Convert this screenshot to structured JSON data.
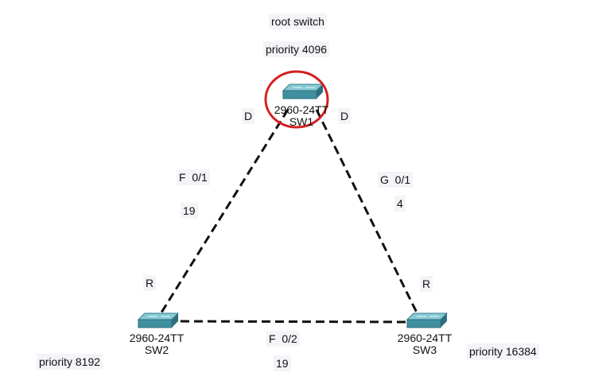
{
  "annotations": {
    "root_label": "root switch",
    "root_priority": "priority 4096",
    "sw2_priority": "priority 8192",
    "sw3_priority": "priority 16384"
  },
  "switches": [
    {
      "id": "sw1",
      "model": "2960-24TT",
      "name": "SW1",
      "highlighted": true
    },
    {
      "id": "sw2",
      "model": "2960-24TT",
      "name": "SW2"
    },
    {
      "id": "sw3",
      "model": "2960-24TT",
      "name": "SW3"
    }
  ],
  "links": [
    {
      "id": "sw1-sw2",
      "interface": "F  0/1",
      "cost": "19",
      "port_role_sw1": "D",
      "port_role_sw2": "R"
    },
    {
      "id": "sw1-sw3",
      "interface": "G  0/1",
      "cost": "4",
      "port_role_sw1": "D",
      "port_role_sw3": "R"
    },
    {
      "id": "sw2-sw3",
      "interface": "F  0/2",
      "cost": "19"
    }
  ],
  "colors": {
    "link": "#111111",
    "switch_top": "#7fc3cf",
    "switch_front": "#3f8fa0",
    "switch_side": "#2d6f7e",
    "highlight": "#d42020",
    "label_bg": "#f3f4f8"
  }
}
